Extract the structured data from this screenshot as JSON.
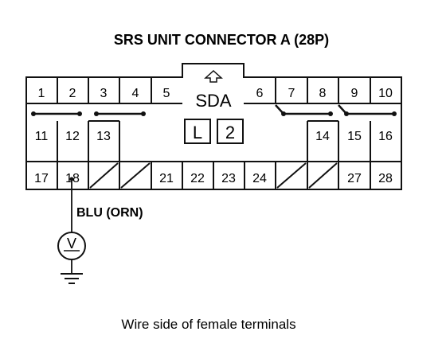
{
  "title": "SRS UNIT CONNECTOR A (28P)",
  "connector": {
    "label": "SDA",
    "boxes": [
      "L",
      "2"
    ],
    "row1": [
      "1",
      "2",
      "3",
      "4",
      "5",
      "6",
      "7",
      "8",
      "9",
      "10"
    ],
    "row2": [
      "11",
      "12",
      "13",
      "14",
      "15",
      "16"
    ],
    "row3": [
      "17",
      "18",
      "21",
      "22",
      "23",
      "24",
      "27",
      "28"
    ]
  },
  "wire_label": "BLU (ORN)",
  "meter_symbol": "V",
  "caption": "Wire side of female terminals"
}
